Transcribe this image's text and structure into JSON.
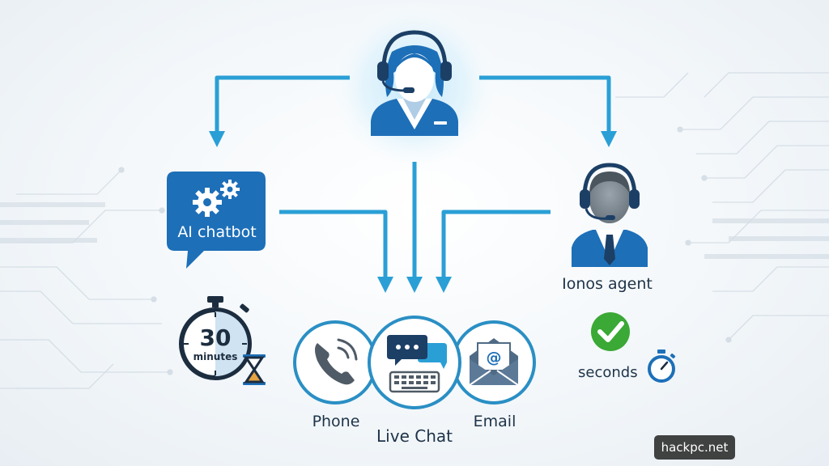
{
  "nodes": {
    "chatbot_label": "AI chatbot",
    "agent_label": "Ionos agent",
    "phone_label": "Phone",
    "livechat_label": "Live Chat",
    "email_label": "Email"
  },
  "timers": {
    "chatbot_time_value": "30",
    "chatbot_time_unit": "minutes",
    "agent_time_label": "seconds"
  },
  "watermark": "hackpc.net",
  "colors": {
    "primary_blue": "#1d6fb8",
    "arrow_blue": "#2a9fd6",
    "dark_navy": "#1c2d40",
    "success_green": "#3aa935",
    "channel_ring": "#2a8fc4"
  }
}
